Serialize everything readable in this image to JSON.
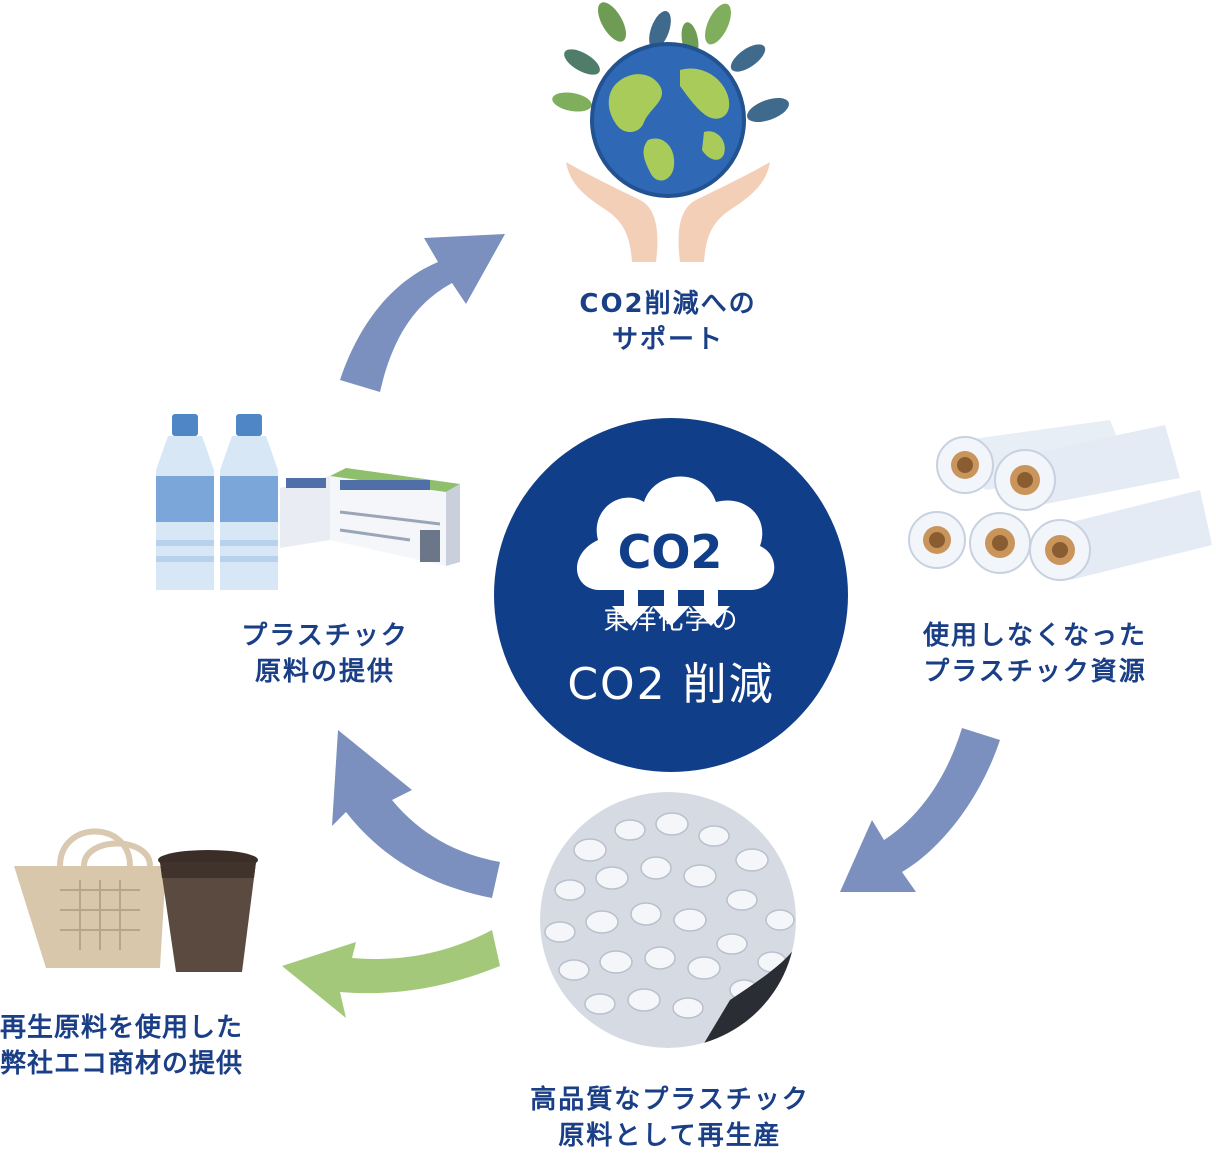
{
  "center": {
    "badge": "CO2",
    "subtitle": "東洋化学の",
    "title": "CO2 削減"
  },
  "steps": {
    "co2_support": {
      "line1": "CO2削減への",
      "line2": "サポート"
    },
    "unused_plastic": {
      "line1": "使用しなくなった",
      "line2": "プラスチック資源"
    },
    "recycled": {
      "line1": "高品質なプラスチック",
      "line2": "原料として再生産"
    },
    "raw_material": {
      "line1": "プラスチック",
      "line2": "原料の提供"
    },
    "eco_products": {
      "line1": "再生原料を使用した",
      "line2": "弊社エコ商材の提供"
    }
  },
  "colors": {
    "navy": "#113e88",
    "label_blue": "#1a3f86",
    "cycle_arrow": "#7b90be",
    "eco_arrow": "#a3c87a"
  }
}
